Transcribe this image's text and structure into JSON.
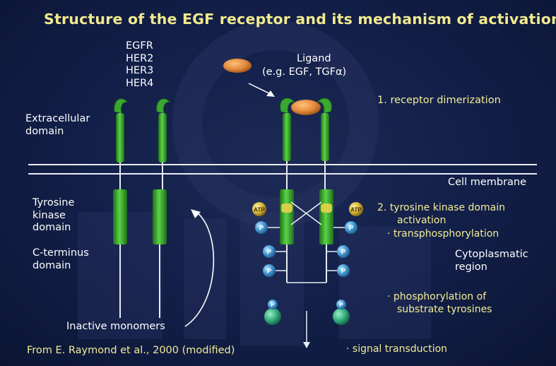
{
  "title": "Structure of the EGF receptor and its mechanism of activation",
  "receptor_family": [
    "EGFR",
    "HER2",
    "HER3",
    "HER4"
  ],
  "ligand": {
    "line1": "Ligand",
    "line2": "(e.g. EGF, TGFα)"
  },
  "extracellular": [
    "Extracellular",
    "domain"
  ],
  "cell_membrane": "Cell membrane",
  "tyrosine_kinase": [
    "Tyrosine",
    "kinase",
    "domain"
  ],
  "c_terminus": [
    "C-terminus",
    "domain"
  ],
  "inactive_monomers": "Inactive monomers",
  "citation": "From E. Raymond et al., 2000 (modified)",
  "steps": {
    "dimerization": "1. receptor dimerization",
    "tk_activation_1": "2. tyrosine kinase domain",
    "tk_activation_2": "activation",
    "transphosphorylation": "· transphosphorylation",
    "phosphorylation_1": "· phosphorylation of",
    "phosphorylation_2": "substrate tyrosines",
    "signal_transduction": "· signal transduction"
  },
  "cytoplasmatic": [
    "Cytoplasmatic",
    "region"
  ],
  "atp_label": "ATP",
  "p_label": "P",
  "colors": {
    "background": "#13204a",
    "receptor_green": "#3aa830",
    "ligand_orange": "#e1873a",
    "phosphate_blue": "#4a9fd8",
    "atp_gold": "#d9b83a",
    "title_yellow": "#f1e98e"
  }
}
